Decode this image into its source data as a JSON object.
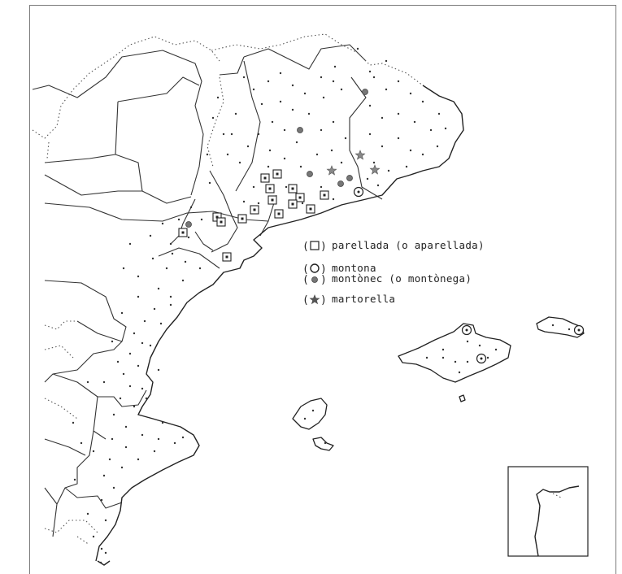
{
  "legend": {
    "items": [
      {
        "symbol": "square-icon",
        "label": "parellada (o aparellada)"
      },
      {
        "symbol": "circle-icon",
        "label": "montona"
      },
      {
        "symbol": "dot-icon",
        "label": "montònec (o montònega)"
      },
      {
        "symbol": "star-icon",
        "label": "martorella"
      }
    ]
  }
}
